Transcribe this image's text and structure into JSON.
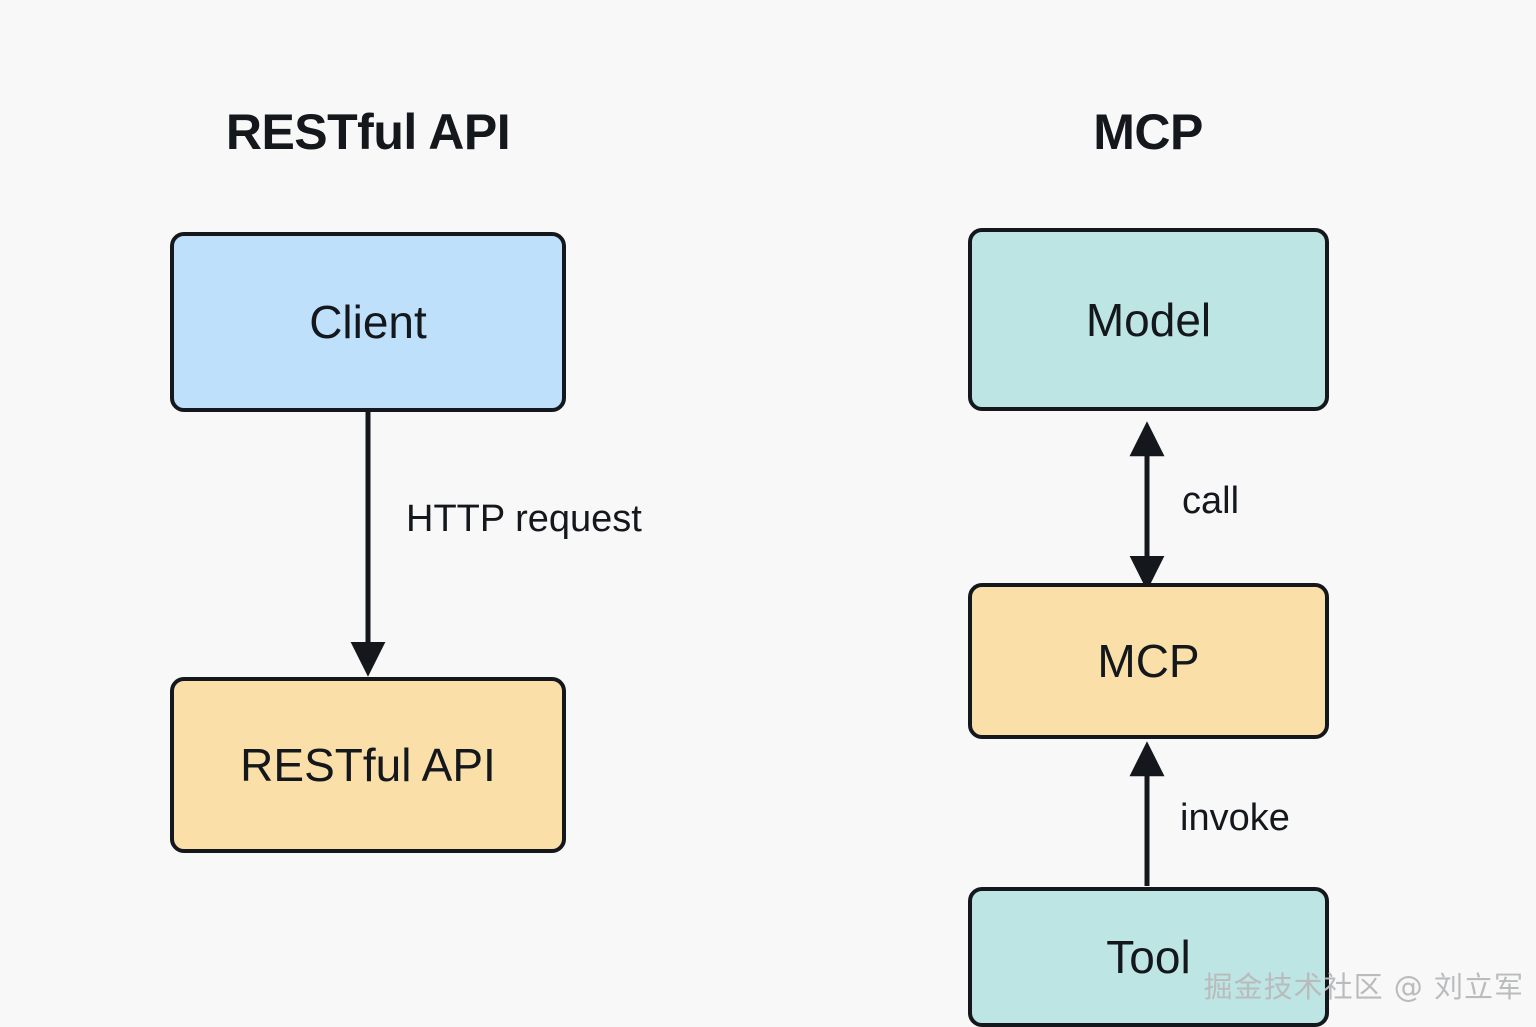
{
  "diagram": {
    "background_color": "#f8f8f8",
    "border_color": "#14181d",
    "text_color": "#14181d",
    "columns": [
      {
        "id": "restful",
        "title": "RESTful API",
        "nodes": [
          {
            "id": "client",
            "label": "Client",
            "fill": "#bfe0fb"
          },
          {
            "id": "restapi",
            "label": "RESTful API",
            "fill": "#fbdfa9"
          }
        ],
        "edges": [
          {
            "id": "http",
            "label": "HTTP request",
            "from": "client",
            "to": "restapi",
            "direction": "down"
          }
        ]
      },
      {
        "id": "mcp",
        "title": "MCP",
        "nodes": [
          {
            "id": "model",
            "label": "Model",
            "fill": "#bde5e3"
          },
          {
            "id": "mcp",
            "label": "MCP",
            "fill": "#fbdfa9"
          },
          {
            "id": "tool",
            "label": "Tool",
            "fill": "#bde5e3"
          }
        ],
        "edges": [
          {
            "id": "call",
            "label": "call",
            "from": "model",
            "to": "mcp",
            "direction": "both"
          },
          {
            "id": "invoke",
            "label": "invoke",
            "from": "tool",
            "to": "mcp",
            "direction": "up"
          }
        ]
      }
    ]
  },
  "watermark": {
    "text": "掘金技术社区 @ 刘立军",
    "color": "#b9bbbd"
  }
}
